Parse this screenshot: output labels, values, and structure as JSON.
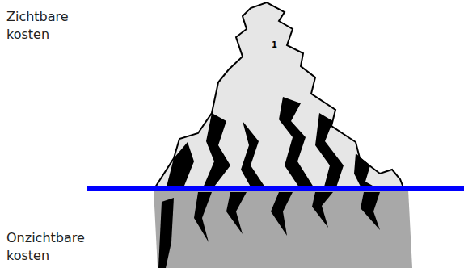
{
  "diagram": {
    "labels": [
      "Zichtbare kosten",
      "1",
      "Onzichtbare kosten"
    ]
  }
}
